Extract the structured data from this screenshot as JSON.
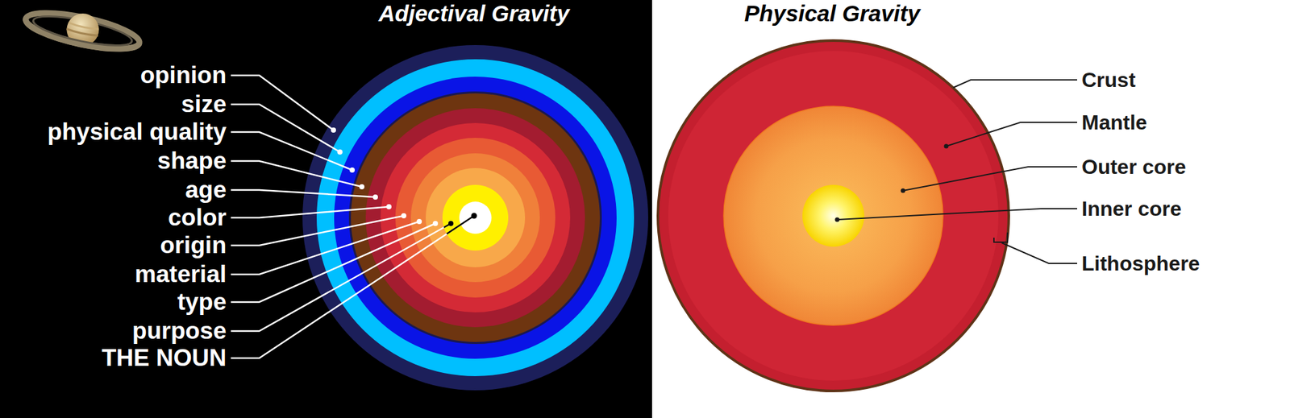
{
  "diagram": {
    "labels": [
      "Adjectival Gravity",
      "opinion",
      "size",
      "physical quality",
      "shape",
      "age",
      "color",
      "origin",
      "material",
      "type",
      "purpose",
      "THE NOUN",
      "Physical Gravity",
      "Crust",
      "Mantle",
      "Outer core",
      "Inner core",
      "Lithosphere"
    ]
  }
}
